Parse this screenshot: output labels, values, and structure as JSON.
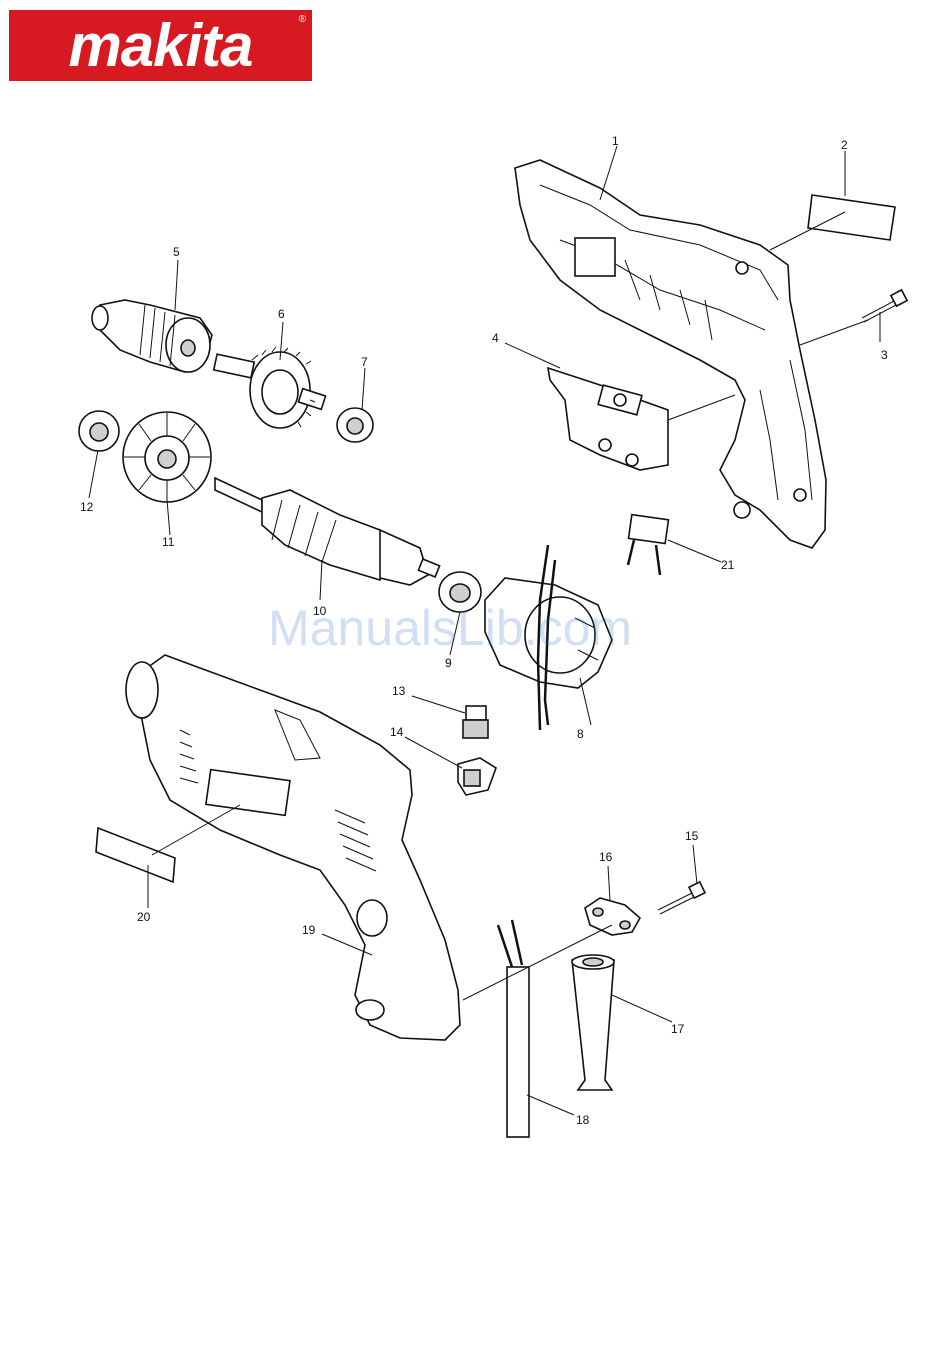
{
  "logo": {
    "text": "makita",
    "registered_mark": "®"
  },
  "watermark": "ManualsLib.com",
  "callouts": [
    {
      "key": "p1",
      "number": "1"
    },
    {
      "key": "p2",
      "number": "2"
    },
    {
      "key": "p3",
      "number": "3"
    },
    {
      "key": "p4",
      "number": "4"
    },
    {
      "key": "p5",
      "number": "5"
    },
    {
      "key": "p6",
      "number": "6"
    },
    {
      "key": "p7",
      "number": "7"
    },
    {
      "key": "p8",
      "number": "8"
    },
    {
      "key": "p9",
      "number": "9"
    },
    {
      "key": "p10",
      "number": "10"
    },
    {
      "key": "p11",
      "number": "11"
    },
    {
      "key": "p12",
      "number": "12"
    },
    {
      "key": "p13",
      "number": "13"
    },
    {
      "key": "p14",
      "number": "14"
    },
    {
      "key": "p15",
      "number": "15"
    },
    {
      "key": "p16",
      "number": "16"
    },
    {
      "key": "p17",
      "number": "17"
    },
    {
      "key": "p18",
      "number": "18"
    },
    {
      "key": "p19",
      "number": "19"
    },
    {
      "key": "p20",
      "number": "20"
    },
    {
      "key": "p21",
      "number": "21"
    }
  ]
}
